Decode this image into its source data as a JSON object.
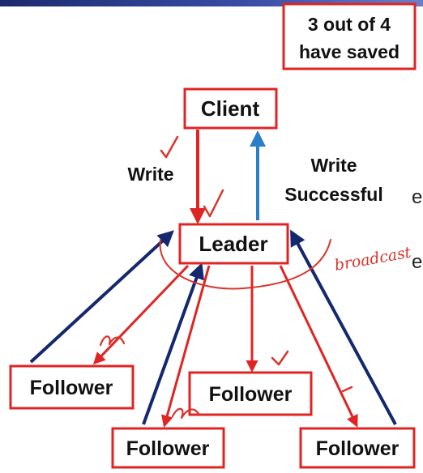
{
  "colors": {
    "red": "#e02424",
    "blue": "#2a7fc9",
    "navy": "#14286e",
    "handwriting": "#d8342a"
  },
  "saved_note": {
    "line1": "3 out of 4",
    "line2": "have saved"
  },
  "nodes": {
    "client": "Client",
    "leader": "Leader",
    "follower_1": "Follower",
    "follower_2": "Follower",
    "follower_3": "Follower",
    "follower_4": "Follower"
  },
  "labels": {
    "write": "Write",
    "write_successful_line1": "Write",
    "write_successful_line2": "Successful"
  },
  "handwritten": {
    "broadcast": "broadcast"
  },
  "cropped_side_text": {
    "line1": "e",
    "line2": "e"
  }
}
